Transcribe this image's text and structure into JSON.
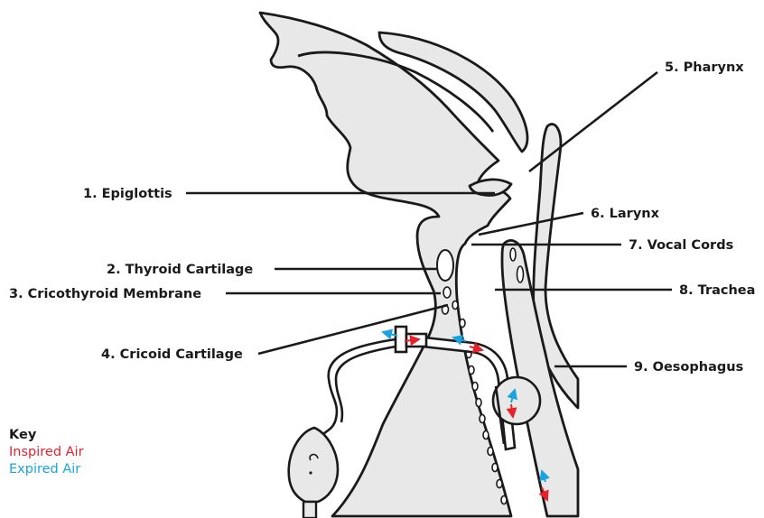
{
  "colors": {
    "inspired": "#e8202a",
    "expired": "#1aa3e0",
    "tissue": "#e8e8e8",
    "ink": "#1a1a1a"
  },
  "labels": {
    "pharynx": "5. Pharynx",
    "epiglottis": "1. Epiglottis",
    "larynx": "6. Larynx",
    "vocal_cords": "7. Vocal Cords",
    "thyroid_cartilage": "2. Thyroid Cartilage",
    "cricothyroid_membrane": "3. Cricothyroid Membrane",
    "trachea": "8. Trachea",
    "cricoid_cartilage": "4. Cricoid Cartilage",
    "oesophagus": "9. Oesophagus"
  },
  "key": {
    "title": "Key",
    "inspired": "Inspired Air",
    "expired": "Expired Air"
  }
}
